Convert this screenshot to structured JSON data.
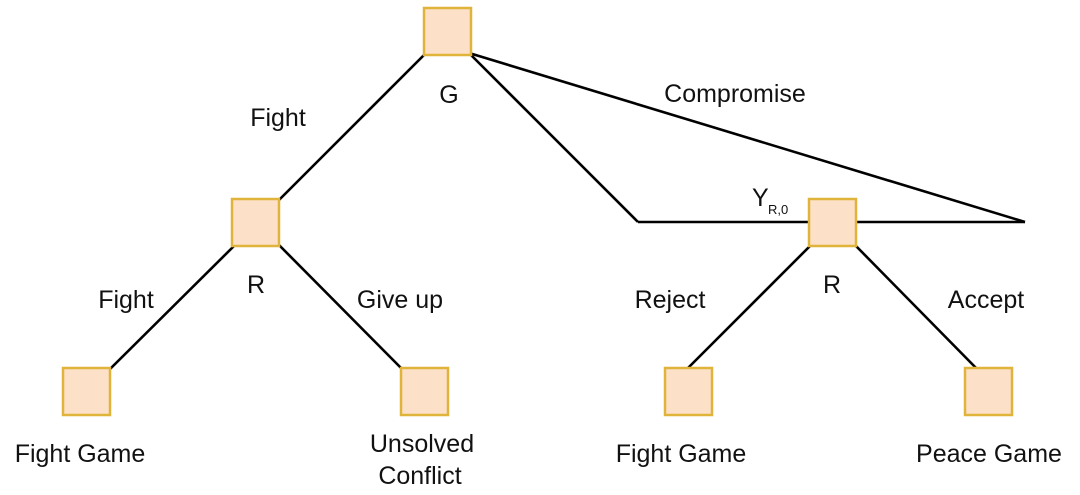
{
  "diagram": {
    "nodes": {
      "root": "G",
      "left_mid": "R",
      "right_mid": "R"
    },
    "edges": {
      "root_left": "Fight",
      "root_right": "Compromise",
      "left_left": "Fight",
      "left_right": "Give up",
      "right_left": "Reject",
      "right_right": "Accept"
    },
    "info_set": {
      "main": "Y",
      "subscript": "R,0"
    },
    "leaves": {
      "leaf1": "Fight Game",
      "leaf2_line1": "Unsolved",
      "leaf2_line2": "Conflict",
      "leaf3": "Fight Game",
      "leaf4": "Peace Game"
    },
    "colors": {
      "node_fill": "#fde0c8",
      "node_stroke": "#e0b43a",
      "line": "#000000"
    }
  }
}
